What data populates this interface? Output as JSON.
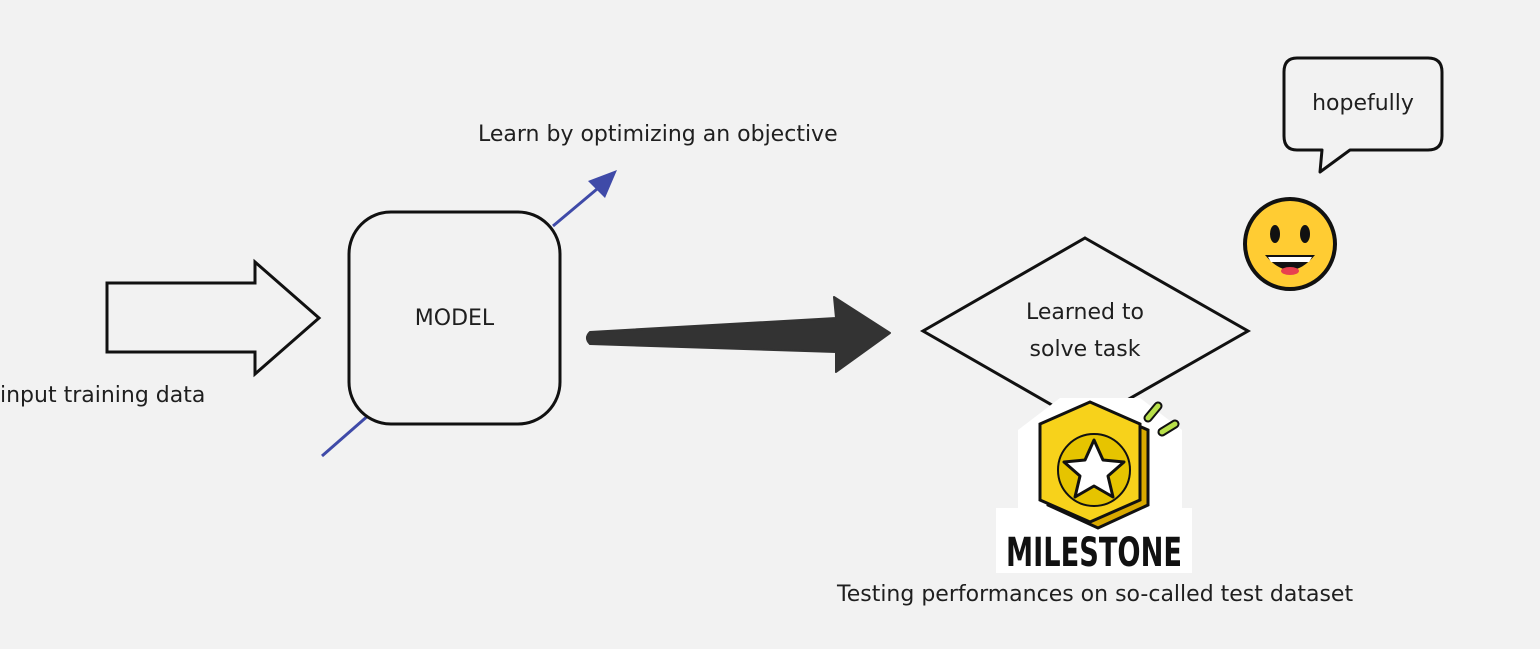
{
  "diagram": {
    "input_label": "input training data",
    "model_label": "MODEL",
    "objective_label": "Learn by optimizing an objective",
    "outcome_label_line1": "Learned to",
    "outcome_label_line2": "solve task",
    "speech_text": "hopefully",
    "sticker_text": "MILESTONE",
    "test_label": "Testing performances on so-called test dataset"
  },
  "icons": {
    "emoji": "grinning-face-icon",
    "sticker": "milestone-star-badge-icon"
  },
  "colors": {
    "background": "#f2f2f2",
    "stroke": "#111111",
    "blue_arrow": "#3f4aa8",
    "big_arrow": "#333333",
    "emoji_yellow": "#ffcc33",
    "badge_yellow": "#f7d21b"
  }
}
